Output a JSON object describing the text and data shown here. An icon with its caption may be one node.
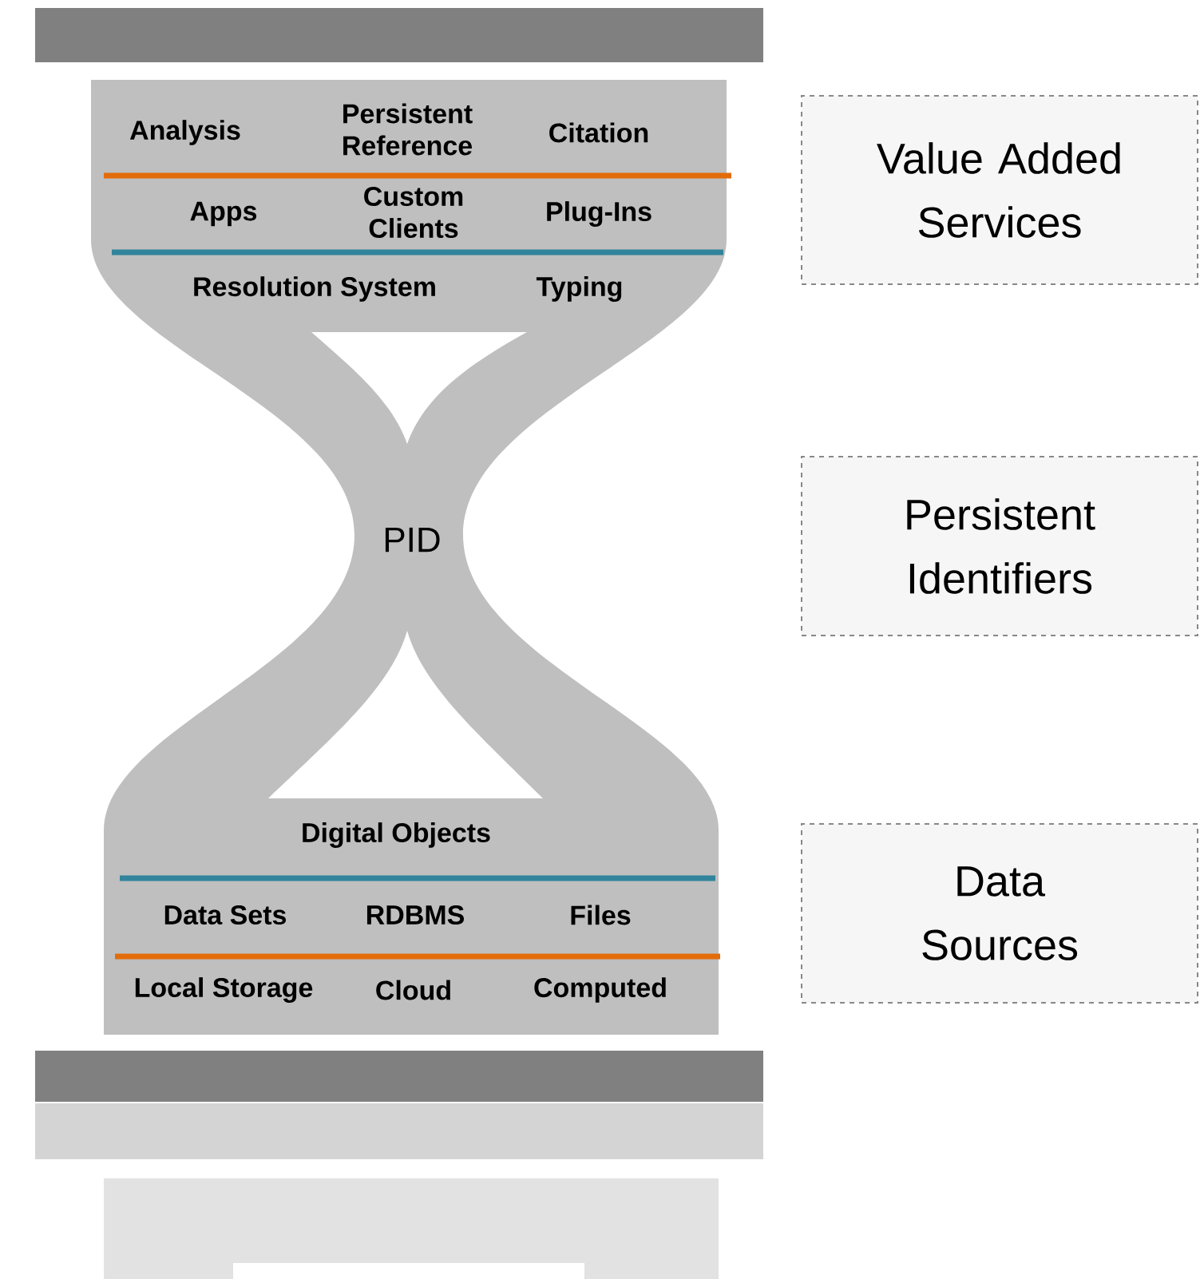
{
  "diagram": {
    "nodes": [
      {
        "text": [
          "Analysis",
          "Persistent Reference",
          "Citation",
          "Apps",
          "Custom Clients",
          "Plug-Ins",
          "Resolution System",
          "Typing",
          "PID",
          "Digital Objects",
          "Data Sets",
          "RDBMS",
          "Files",
          "Local Storage",
          "Cloud",
          "Computed"
        ]
      },
      {
        "text": [
          "Value Added Services"
        ]
      },
      {
        "text": [
          "Persistent Identifiers"
        ]
      },
      {
        "text": [
          "Data Sources"
        ]
      }
    ]
  }
}
